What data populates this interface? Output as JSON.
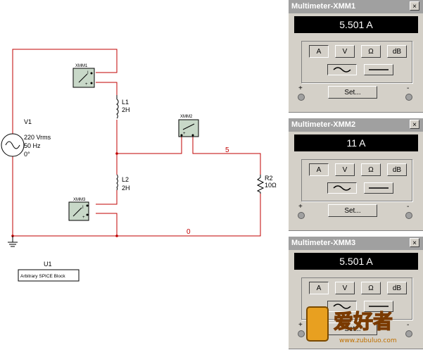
{
  "circuit": {
    "source_name": "V1",
    "source_voltage": "220 Vrms",
    "source_freq": "50 Hz",
    "source_phase": "0°",
    "l1_name": "L1",
    "l1_value": "2H",
    "l2_name": "L2",
    "l2_value": "2H",
    "r2_name": "R2",
    "r2_value": "10Ω",
    "net_5": "5",
    "net_0": "0",
    "xmm1": "XMM1",
    "xmm2": "XMM2",
    "xmm3": "XMM3",
    "u1_name": "U1",
    "u1_label": "Arbitrary SPICE Block"
  },
  "meters": [
    {
      "title": "Multimeter-XMM1",
      "reading": "5.501 A"
    },
    {
      "title": "Multimeter-XMM2",
      "reading": "11 A"
    },
    {
      "title": "Multimeter-XMM3",
      "reading": "5.501 A"
    }
  ],
  "meter_buttons": {
    "amp": "A",
    "volt": "V",
    "ohm": "Ω",
    "db": "dB",
    "set": "Set...",
    "close": "×",
    "plus": "+",
    "minus": "-"
  },
  "watermark": {
    "text": "爱好者",
    "url": "www.zubuluo.com"
  }
}
